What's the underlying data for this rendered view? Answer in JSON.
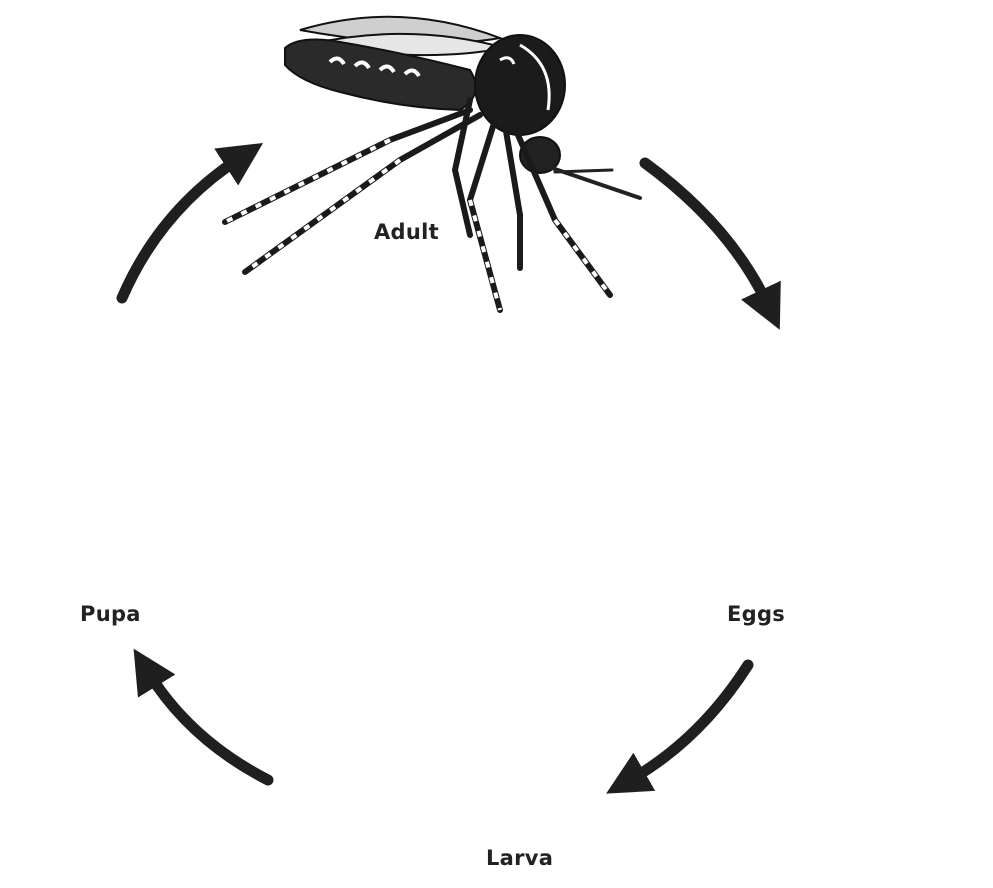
{
  "labels": {
    "adult": "Adult",
    "eggs": "Eggs",
    "larva": "Larva",
    "pupa": "Pupa"
  },
  "colors": {
    "ink": "#111111",
    "arrow": "#1f1f1f",
    "label": "#222222",
    "body_grey": "#9a9a9a",
    "light_grey": "#d4d4d4"
  }
}
